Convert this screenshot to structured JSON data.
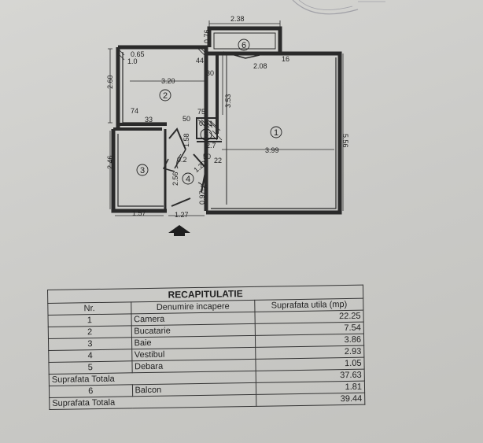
{
  "plan": {
    "dimensions": [
      "2.38",
      "0.76",
      "0.65",
      "1.0",
      "16",
      "44",
      "30",
      "3.20",
      "2.60",
      "3.53",
      "2.08",
      "74",
      "33",
      "50",
      "75",
      "0.81",
      "5.56",
      "3.99",
      "1.58",
      "0.2",
      "2.46",
      "2.56",
      "2.7",
      "50",
      "22",
      "1.20",
      "15",
      "1.57",
      "1.27",
      "0.97"
    ],
    "room_numbers": [
      "1",
      "2",
      "3",
      "4",
      "5",
      "6"
    ]
  },
  "recap": {
    "title": "RECAPITULATIE",
    "headers": [
      "Nr.",
      "Denumire incapere",
      "Suprafata utila (mp)"
    ],
    "rows": [
      {
        "nr": "1",
        "name": "Camera",
        "area": "22.25"
      },
      {
        "nr": "2",
        "name": "Bucatarie",
        "area": "7.54"
      },
      {
        "nr": "3",
        "name": "Baie",
        "area": "3.86"
      },
      {
        "nr": "4",
        "name": "Vestibul",
        "area": "2.93"
      },
      {
        "nr": "5",
        "name": "Debara",
        "area": "1.05"
      }
    ],
    "subtotal_label": "Suprafata Totala",
    "subtotal": "37.63",
    "balcony": {
      "nr": "6",
      "name": "Balcon",
      "area": "1.81"
    },
    "total_label": "Suprafata Totala",
    "total": "39.44"
  }
}
